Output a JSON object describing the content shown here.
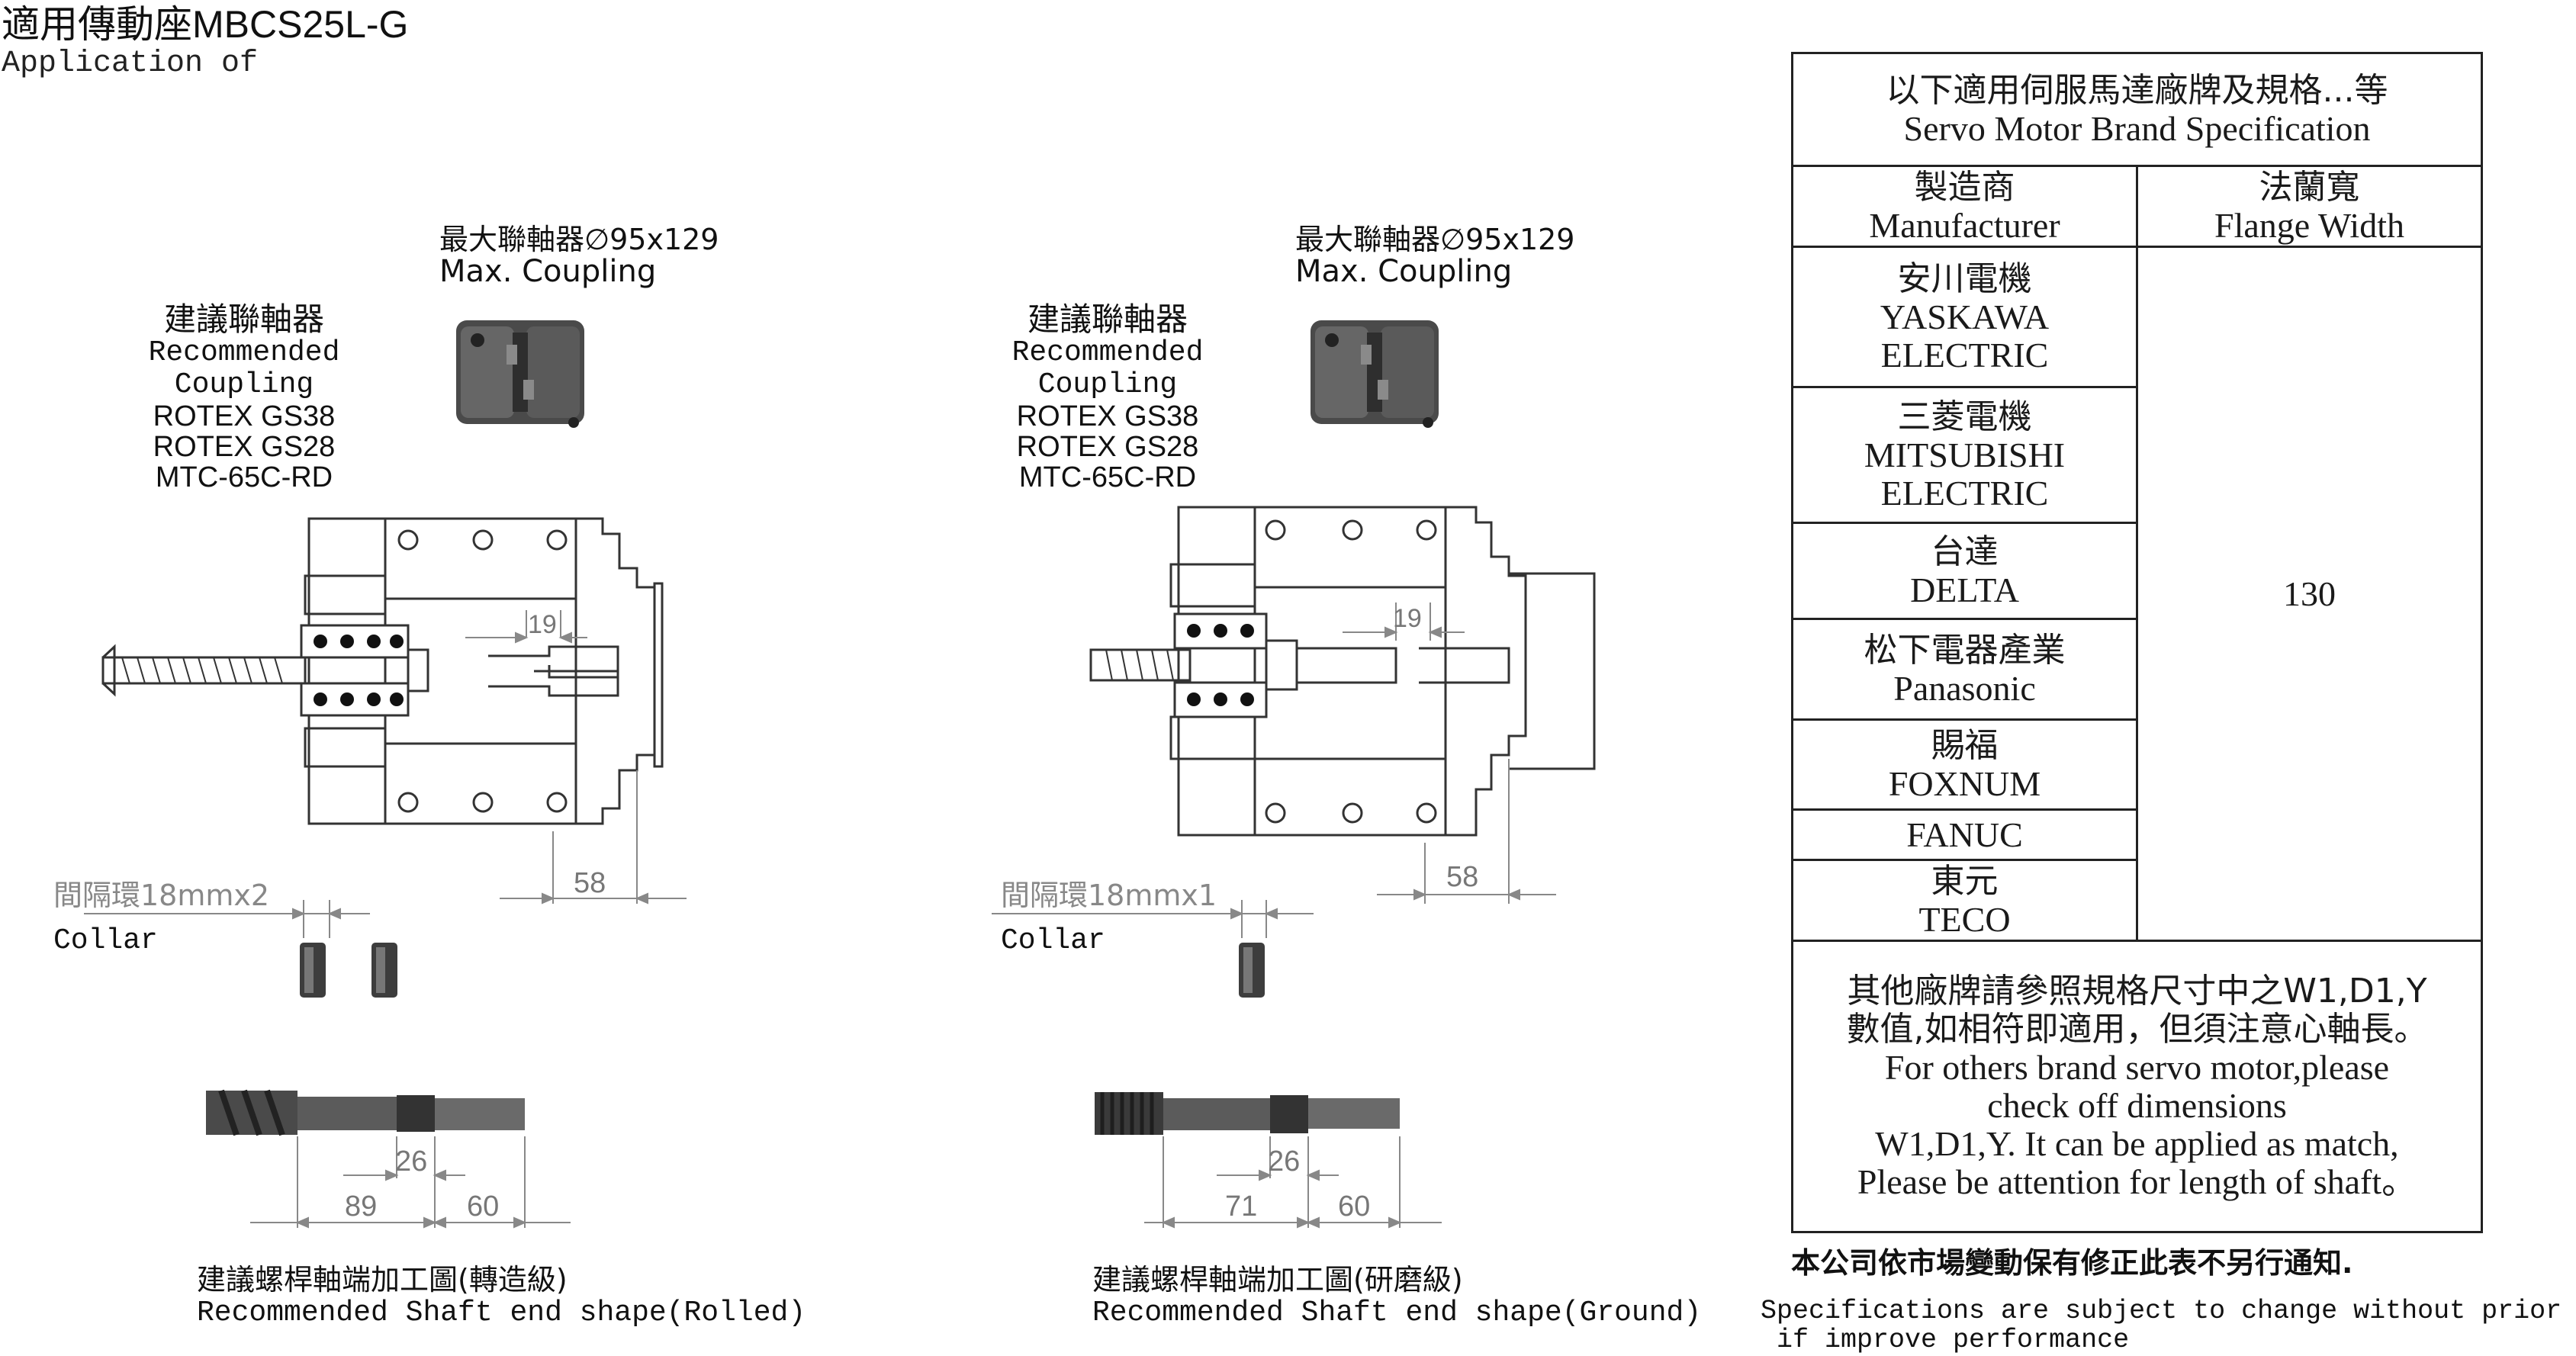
{
  "header": {
    "title": "適用傳動座MBCS25L-G",
    "subtitle": "Application of"
  },
  "left_drawing": {
    "coupling_max_zh": "最大聯軸器∅95x129",
    "coupling_max_en": "Max. Coupling",
    "recommended_zh": "建議聯軸器",
    "recommended_en": "Recommended Coupling",
    "models": [
      "ROTEX GS38",
      "ROTEX GS28",
      "MTC-65C-RD"
    ],
    "dim_19": "19",
    "dim_58": "58",
    "collar_zh": "間隔環18mmx2",
    "collar_en": "Collar",
    "dim_26": "26",
    "dim_89": "89",
    "dim_60": "60",
    "shaft_zh": "建議螺桿軸端加工圖(轉造級)",
    "shaft_en": "Recommended Shaft end shape(Rolled)"
  },
  "right_drawing": {
    "coupling_max_zh": "最大聯軸器∅95x129",
    "coupling_max_en": "Max. Coupling",
    "recommended_zh": "建議聯軸器",
    "recommended_en": "Recommended Coupling",
    "models": [
      "ROTEX GS38",
      "ROTEX GS28",
      "MTC-65C-RD"
    ],
    "dim_19": "19",
    "dim_58": "58",
    "collar_zh": "間隔環18mmx1",
    "collar_en": "Collar",
    "dim_26": "26",
    "dim_71": "71",
    "dim_60": "60",
    "shaft_zh": "建議螺桿軸端加工圖(研磨級)",
    "shaft_en": "Recommended Shaft end shape(Ground)"
  },
  "spec_table": {
    "title_zh": "以下適用伺服馬達廠牌及規格...等",
    "title_en": "Servo Motor Brand Specification",
    "col1_zh": "製造商",
    "col1_en": "Manufacturer",
    "col2_zh": "法蘭寬",
    "col2_en": "Flange Width",
    "flange_value": "130",
    "brands": [
      {
        "zh": "安川電機",
        "en": "YASKAWA",
        "en2": "ELECTRIC"
      },
      {
        "zh": "三菱電機",
        "en": "MITSUBISHI",
        "en2": "ELECTRIC"
      },
      {
        "zh": "台達",
        "en": "DELTA"
      },
      {
        "zh": "松下電器產業",
        "en": "Panasonic"
      },
      {
        "zh": "賜福",
        "en": "FOXNUM"
      },
      {
        "en": "FANUC"
      },
      {
        "zh": "東元",
        "en": "TECO"
      }
    ],
    "note_zh1": "其他廠牌請參照規格尺寸中之W1,D1,Y",
    "note_zh2": "數值,如相符即適用，但須注意心軸長。",
    "note_en1": "For others brand servo motor,please",
    "note_en2": "check off dimensions",
    "note_en3": "W1,D1,Y. It can be applied as match,",
    "note_en4": "Please be attention for length of shaft。"
  },
  "footer": {
    "notice_zh": "本公司依市場變動保有修正此表不另行通知.",
    "notice_en1": "Specifications are subject to change without prior notice",
    "notice_en2": " if improve performance"
  }
}
